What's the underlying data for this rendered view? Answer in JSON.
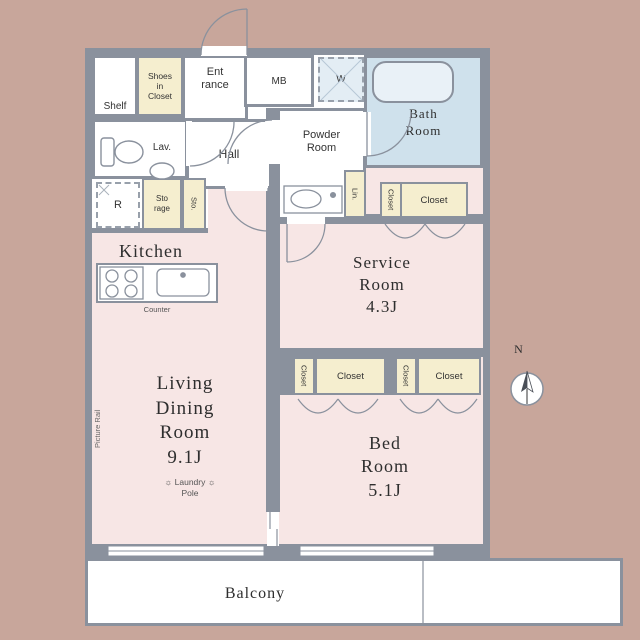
{
  "plan": {
    "type": "apartment-floor-plan",
    "colors": {
      "page_background": "#c8a69b",
      "wall": "#8a919d",
      "room_pink": "#f7e6e5",
      "closet_yellow": "#f5eecf",
      "bath_blue": "#cfe1ec",
      "washer_blue": "#e3edf4",
      "white": "#ffffff"
    },
    "labels": {
      "shelf": "Shelf",
      "shoes_closet": "Shoes\nin\nCloset",
      "entrance": "Ent\nrance",
      "meter_box": "MB",
      "washing_machine": "W",
      "bath_room": "Bath\nRoom",
      "lavatory": "Lav.",
      "hall": "Hall",
      "powder_room": "Powder\nRoom",
      "linen": "Lin.",
      "refrigerator": "R",
      "storage": "Sto\nrage",
      "storage_abbr": "Sto.",
      "kitchen": "Kitchen",
      "counter": "Counter",
      "closet": "Closet",
      "service_room": "Service\nRoom\n4.3J",
      "living_dining_room": "Living\nDining\nRoom\n9.1J",
      "laundry_pole": "☼ Laundry ☼\nPole",
      "picture_rail": "Picture Rail",
      "bed_room": "Bed\nRoom\n5.1J",
      "balcony": "Balcony",
      "compass_north": "N"
    }
  }
}
